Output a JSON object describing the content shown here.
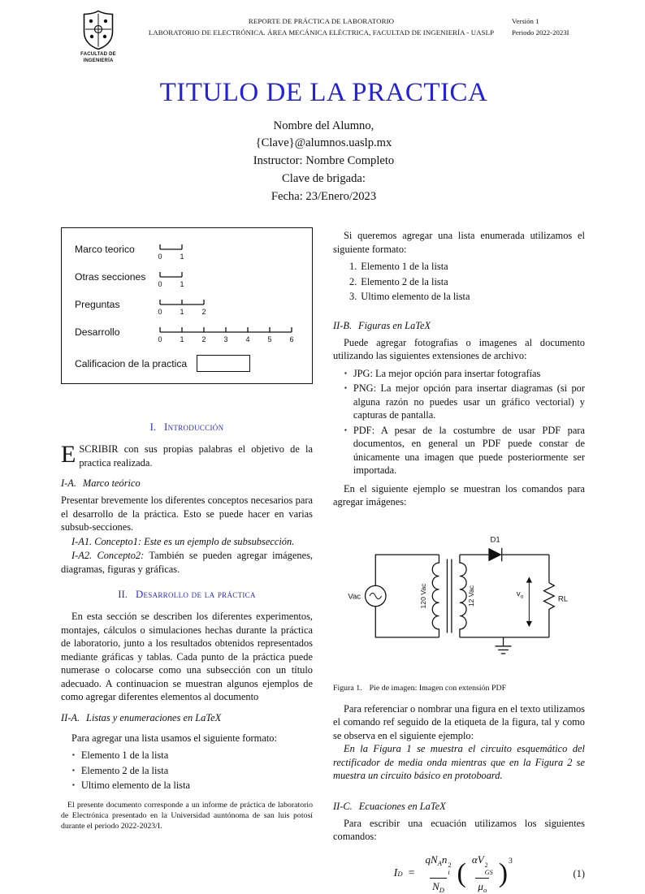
{
  "meta": {
    "colors": {
      "title_blue": "#2222dd",
      "heading_blue": "#2a2ad4"
    }
  },
  "icons": {
    "bullet": "▪"
  },
  "header": {
    "logo": {
      "caption_line1": "FACULTAD DE",
      "caption_line2": "INGENIERÍA"
    },
    "center_line1": "REPORTE DE PRÁCTICA DE LABORATORIO",
    "center_line2": "LABORATORIO DE ELECTRÓNICA. ÁREA MECÁNICA ELÉCTRICA, FACULTAD DE INGENIERÍA - UASLP",
    "version_line1": "Versión 1",
    "version_line2": "Periodo 2022-2023I"
  },
  "title": "TITULO DE LA PRACTICA",
  "author_block": {
    "lines": [
      "Nombre del Alumno,",
      "{Clave}@alumnos.uaslp.mx",
      "Instructor: Nombre Completo",
      "Clave de brigada:",
      "Fecha: 23/Enero/2023"
    ]
  },
  "rubric_figure": {
    "rows": [
      {
        "label": "Marco teorico",
        "ticks": [
          "0",
          "1"
        ]
      },
      {
        "label": "Otras secciones",
        "ticks": [
          "0",
          "1"
        ]
      },
      {
        "label": "Preguntas",
        "ticks": [
          "0",
          "1",
          "2"
        ]
      },
      {
        "label": "Desarrollo",
        "ticks": [
          "0",
          "1",
          "2",
          "3",
          "4",
          "5",
          "6"
        ]
      }
    ],
    "grade_label": "Calificacion de la practica"
  },
  "sections": {
    "intro": {
      "number": "I.",
      "title": "Introducción",
      "dropcap": "E",
      "lead_rest": "SCRIBIR con sus propias palabras el objetivo de la practica realizada.",
      "sub_a": {
        "num": "I-A.",
        "title": "Marco teórico",
        "body": "Presentar brevemente los diferentes conceptos necesarios para el desarrollo de la práctica. Esto se puede hacer en varias subsub-secciones.",
        "points": [
          {
            "label": "I-A1. Concepto1:",
            "text": " Este es un ejemplo de subsubsección."
          },
          {
            "label": "I-A2. Concepto2:",
            "text": " También se pueden agregar imágenes, diagramas, figuras y gráficas."
          }
        ]
      }
    },
    "desarrollo": {
      "number": "II.",
      "title": "Desarrollo de la práctica",
      "body": "En esta sección se describen los diferentes experimentos, montajes, cálculos o simulaciones hechas durante la práctica de laboratorio, junto a los resultados obtenidos representados mediante gráficas y tablas. Cada punto de la práctica puede numerase o colocarse como una subsección con un título adecuado. A continuacion se muestran algunos ejemplos de como agregar diferentes elementos al documento",
      "sub_a": {
        "num": "II-A.",
        "title": "Listas y enumeraciones en LaTeX",
        "intro": "Para agregar una lista usamos el siguiente formato:",
        "items": [
          "Elemento 1 de la lista",
          "Elemento 2 de la lista",
          "Ultimo elemento de la lista"
        ]
      },
      "enum_intro": "Si queremos agregar una lista enumerada utilizamos el siguiente formato:",
      "enum_numbers": [
        "1.",
        "2.",
        "3."
      ],
      "enum_items": [
        "Elemento 1 de la lista",
        "Elemento 2 de la lista",
        "Ultimo elemento de la lista"
      ],
      "sub_b": {
        "num": "II-B.",
        "title": "Figuras en LaTeX",
        "intro": "Puede agregar fotografias o imagenes al documento utilizando las siguientes extensiones de archivo:",
        "items": [
          "JPG: La mejor opción para insertar fotografías",
          "PNG: La mejor opción para insertar diagramas (si por alguna razón no puedes usar un gráfico vectorial) y capturas de pantalla.",
          "PDF: A pesar de la costumbre de usar PDF para documentos, en general un PDF puede constar de únicamente una imagen que puede posteriormente ser importada."
        ],
        "outro": "En el siguiente ejemplo se muestran los comandos para agregar imágenes:",
        "cap_label": "Figura 1.",
        "cap_text": "Pie de imagen: Imagen con extensión PDF",
        "ref_paragraph": "Para referenciar o nombrar una figura en el texto utilizamos el comando ref seguido de la etiqueta de la figura, tal y como se observa en el siguiente ejemplo:",
        "ref_example": "En la Figura 1 se muestra el circuito esquemático del rectificador de media onda mientras que en la Figura 2 se muestra un circuito básico en protoboard."
      },
      "sub_c": {
        "num": "II-C.",
        "title": "Ecuaciones en LaTeX",
        "intro": "Para escribir una ecuación utilizamos los siguientes comandos:"
      }
    }
  },
  "circuit": {
    "labels": {
      "source": "Vac",
      "primary": "120 Vac",
      "secondary": "12 Vac",
      "diode": "D1",
      "vout_base": "v",
      "vout_sub": "o",
      "load": "RL"
    }
  },
  "equation": {
    "number": "(1)",
    "lhs_base": "I",
    "lhs_sub": "D",
    "equals": "=",
    "f1_num_a": "qN",
    "f1_num_a_sub": "A",
    "f1_num_b": "n",
    "f1_num_b_sup": "2",
    "f1_num_b_sub": "i",
    "f1_den": "N",
    "f1_den_sub": "D",
    "paren_open": "(",
    "paren_close": ")",
    "f2_num_a": "αV",
    "f2_num_a_sup": "2",
    "f2_num_a_sub": "GS",
    "f2_den": "μ",
    "f2_den_sub": "o",
    "outer_sup": "3"
  },
  "footnote": "El presente documento corresponde a un informe de práctica de laboratorio de Electrónica presentado en la Universidad auntónoma de san luis potosí durante el periodo 2022-2023/I."
}
